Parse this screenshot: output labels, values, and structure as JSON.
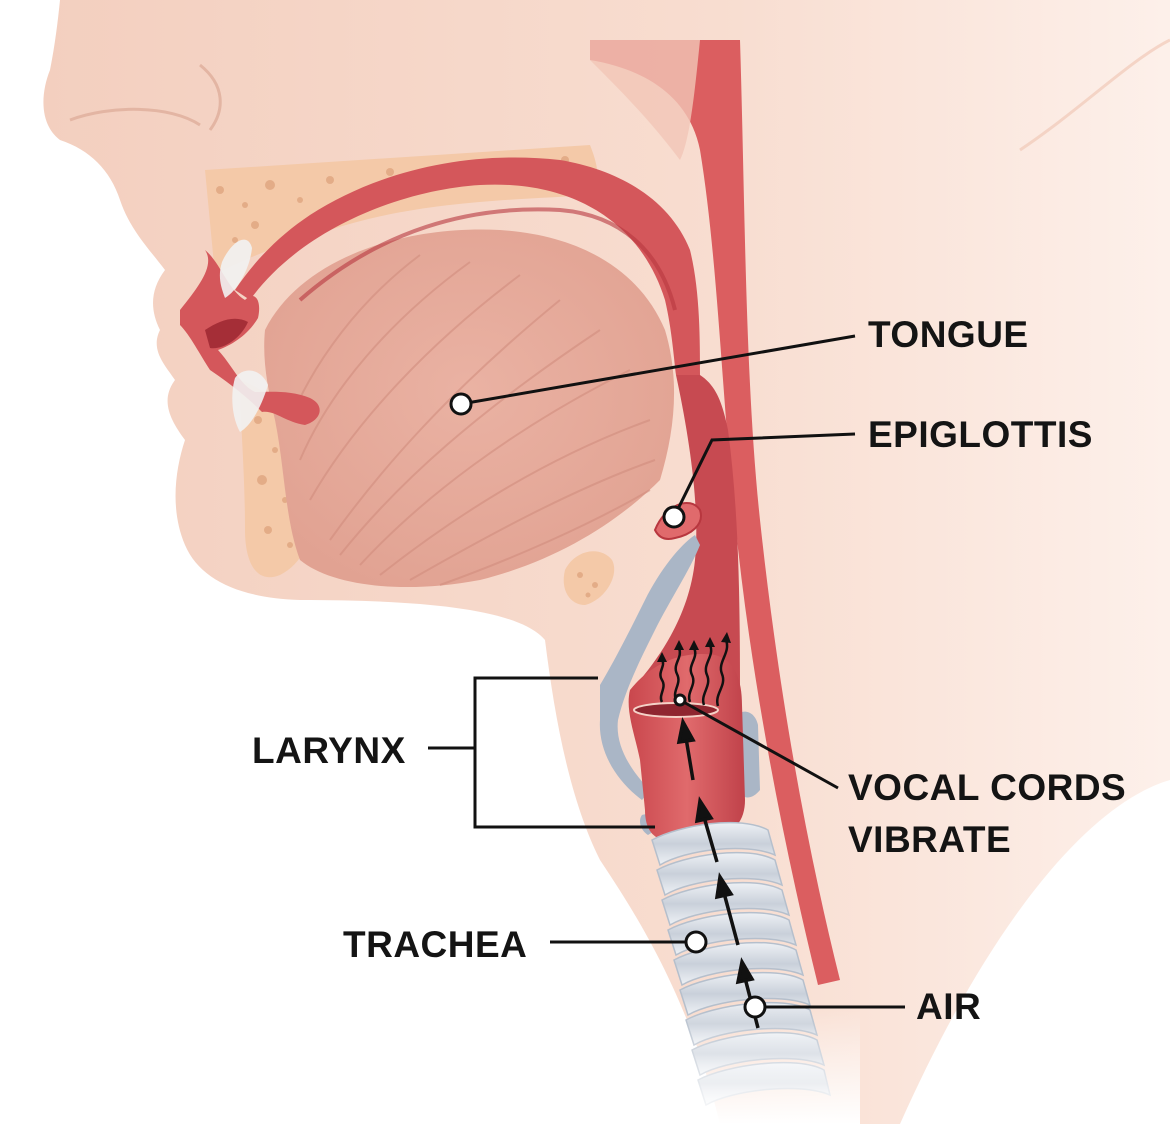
{
  "labels": {
    "tongue": "TONGUE",
    "epiglottis": "EPIGLOTTIS",
    "larynx": "LARYNX",
    "vocal_cords_line1": "VOCAL CORDS",
    "vocal_cords_line2": "VIBRATE",
    "trachea": "TRACHEA",
    "air": "AIR"
  },
  "colors": {
    "skin": "#f7d9cb",
    "skin_light": "#fbe9e0",
    "tissue_red": "#d9565a",
    "tissue_dark": "#b8373f",
    "tongue": "#e6a898",
    "bone": "#f4c9a8",
    "cartilage": "#aab6c6",
    "trachea_ring": "#d5dbe3",
    "text": "#141414"
  }
}
